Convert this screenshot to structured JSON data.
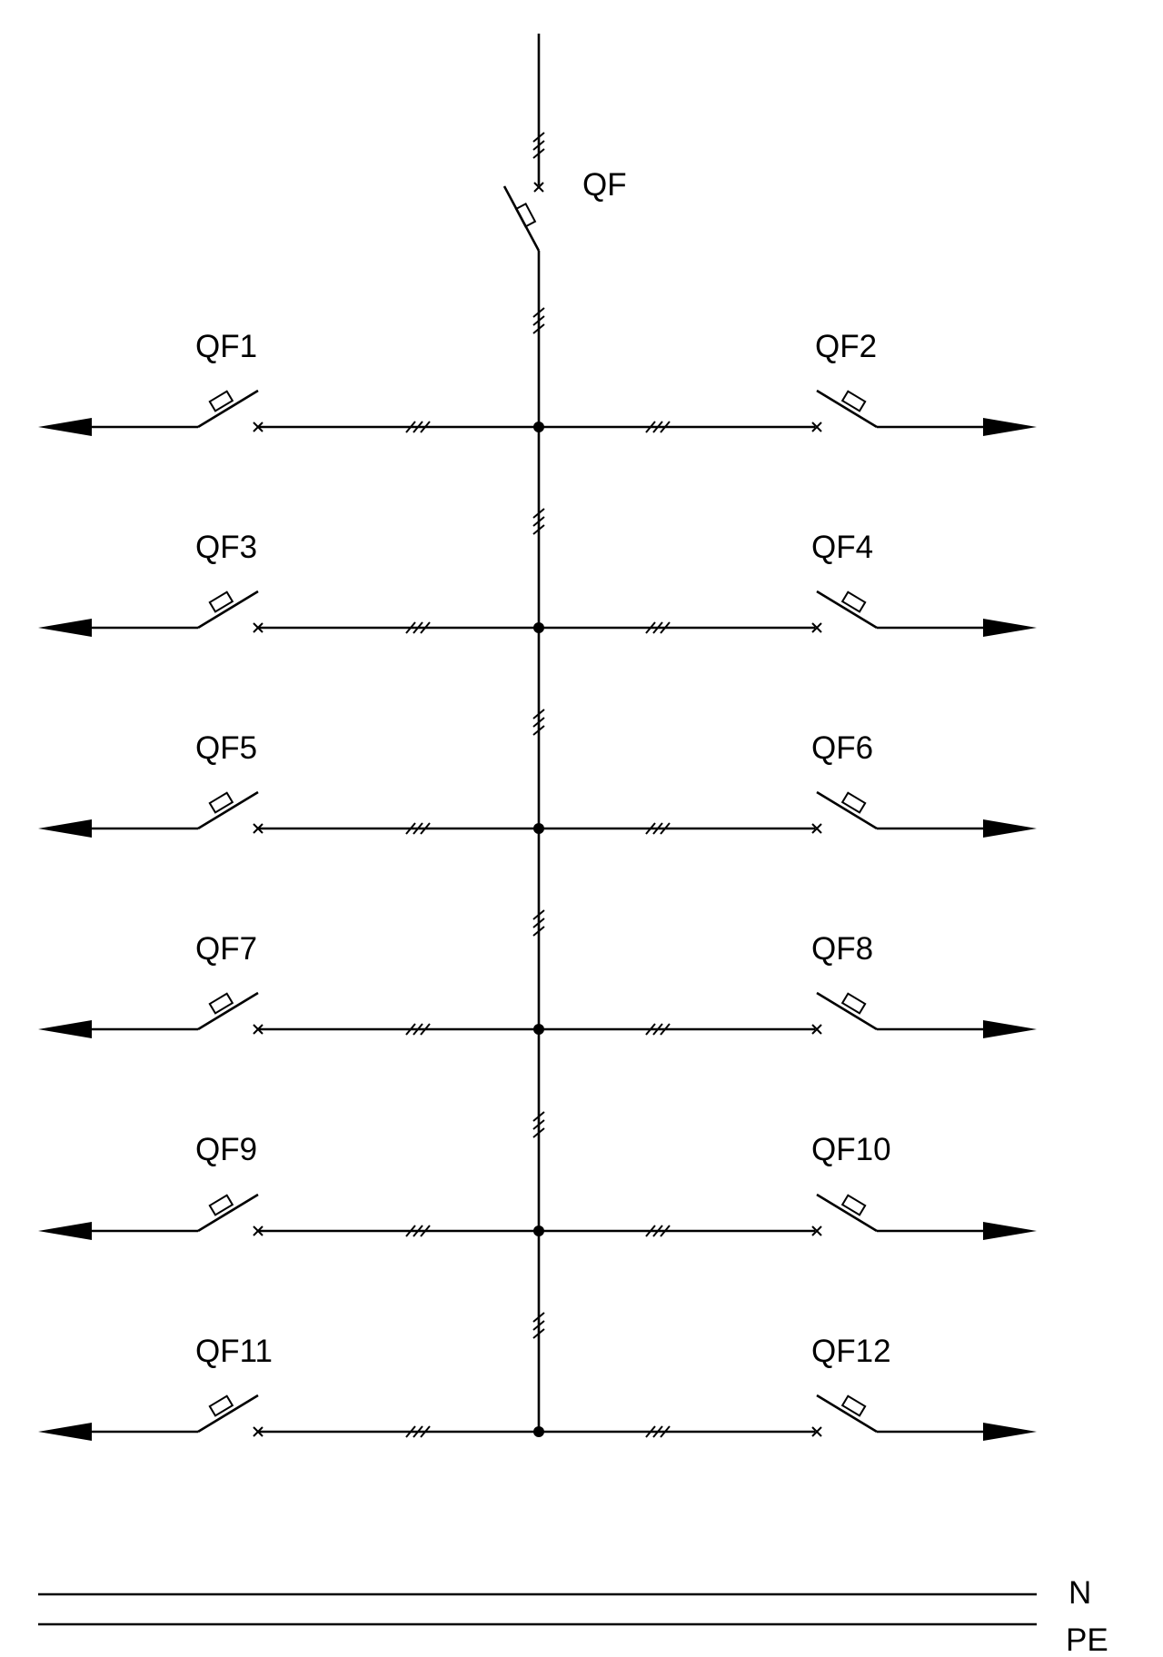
{
  "main_breaker": {
    "label": "QF"
  },
  "branches": [
    {
      "left": "QF1",
      "right": "QF2"
    },
    {
      "left": "QF3",
      "right": "QF4"
    },
    {
      "left": "QF5",
      "right": "QF6"
    },
    {
      "left": "QF7",
      "right": "QF8"
    },
    {
      "left": "QF9",
      "right": "QF10"
    },
    {
      "left": "QF11",
      "right": "QF12"
    }
  ],
  "conductors": {
    "neutral": "N",
    "protective_earth": "PE"
  },
  "colors": {
    "stroke": "#000000",
    "background": "#ffffff"
  }
}
